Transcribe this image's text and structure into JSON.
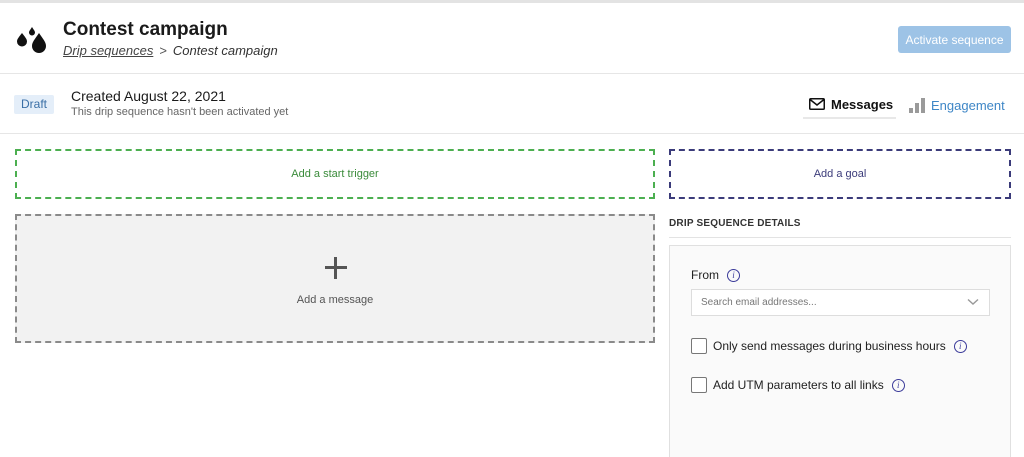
{
  "header": {
    "title": "Contest campaign",
    "breadcrumb_link": "Drip sequences",
    "breadcrumb_separator": ">",
    "breadcrumb_current": "Contest campaign",
    "activate_button": "Activate sequence",
    "logo_icon": "water-drops-icon"
  },
  "status": {
    "badge": "Draft",
    "created": "Created August 22, 2021",
    "note": "This drip sequence hasn't been activated yet"
  },
  "tabs": [
    {
      "label": "Messages",
      "icon": "envelope-icon",
      "active": true
    },
    {
      "label": "Engagement",
      "icon": "bar-chart-icon",
      "active": false
    }
  ],
  "canvas": {
    "start_trigger": "Add a start trigger",
    "add_message": "Add a message",
    "add_message_icon": "plus-icon",
    "add_goal": "Add a goal"
  },
  "details": {
    "heading": "DRIP SEQUENCE DETAILS",
    "from_label": "From",
    "from_placeholder": "Search email addresses...",
    "business_hours": "Only send messages during business hours",
    "utm": "Add UTM parameters to all links"
  },
  "colors": {
    "activate_button": "#9dc3e6",
    "draft_badge_bg": "#e4eef9",
    "trigger_border": "#4caf50",
    "goal_border": "#3b3b7a",
    "engagement_link": "#3e86c6"
  }
}
